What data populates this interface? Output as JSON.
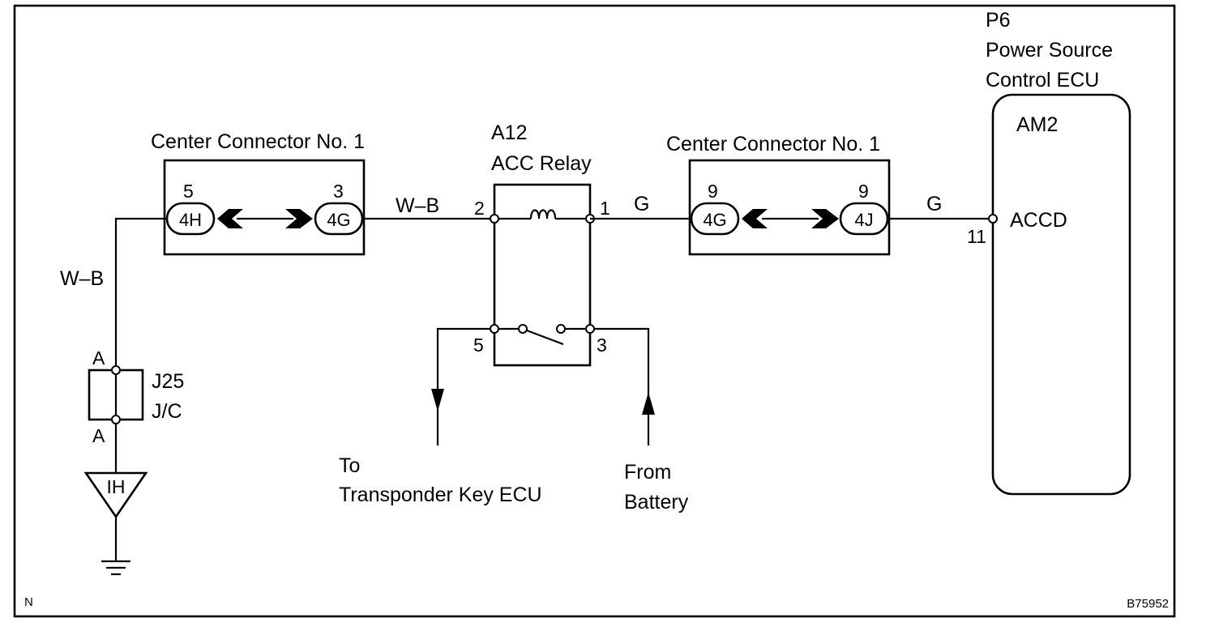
{
  "ecu": {
    "code": "P6",
    "name_line1": "Power Source",
    "name_line2": "Control ECU",
    "block_label": "AM2",
    "terminal_name": "ACCD",
    "terminal_pin": "11"
  },
  "left_connector": {
    "title": "Center Connector No. 1",
    "pin_left": "5",
    "code_left": "4H",
    "pin_right": "3",
    "code_right": "4G"
  },
  "right_connector": {
    "title": "Center Connector No. 1",
    "pin_left": "9",
    "code_left": "4G",
    "pin_right": "9",
    "code_right": "4J"
  },
  "relay": {
    "code": "A12",
    "name": "ACC Relay",
    "pin_coil_left": "2",
    "pin_coil_right": "1",
    "pin_switch_left": "5",
    "pin_switch_right": "3"
  },
  "wires": {
    "left_vertical": "W–B",
    "to_relay": "W–B",
    "relay_to_connector": "G",
    "connector_to_ecu": "G"
  },
  "junction": {
    "code": "J25",
    "type": "J/C",
    "pin_top": "A",
    "pin_bottom": "A"
  },
  "ground": {
    "label": "IH"
  },
  "destinations": {
    "to_line1": "To",
    "to_line2": "Transponder Key ECU",
    "from_line1": "From",
    "from_line2": "Battery"
  },
  "footer": {
    "left_mark": "N",
    "figure_id": "B75952"
  }
}
